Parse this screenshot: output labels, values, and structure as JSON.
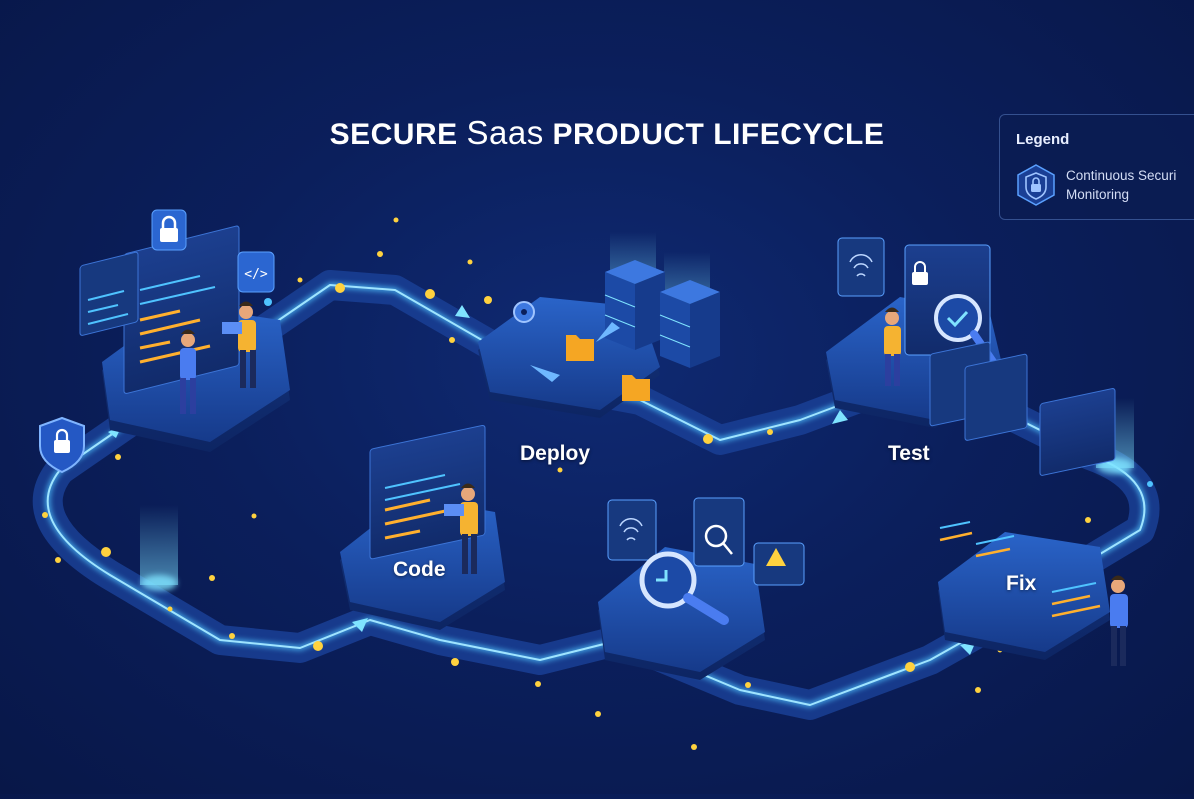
{
  "title": {
    "prefix": "SECURE",
    "brand": "Saas",
    "suffix": "PRODUCT LIFECYCLE"
  },
  "legend": {
    "title": "Legend",
    "icon": "shield-lock-icon",
    "line1": "Continuous Securi",
    "line2": "Monitoring"
  },
  "stages": {
    "deploy": "Deploy",
    "test": "Test",
    "code": "Code",
    "fix": "Fix"
  },
  "colors": {
    "background": "#0b1f5c",
    "path": "#1e4fb5",
    "path_glow": "#4fc3ff",
    "platform": "#1d4aa6",
    "accent_yellow": "#ffd23f",
    "accent_orange": "#f5a623"
  }
}
